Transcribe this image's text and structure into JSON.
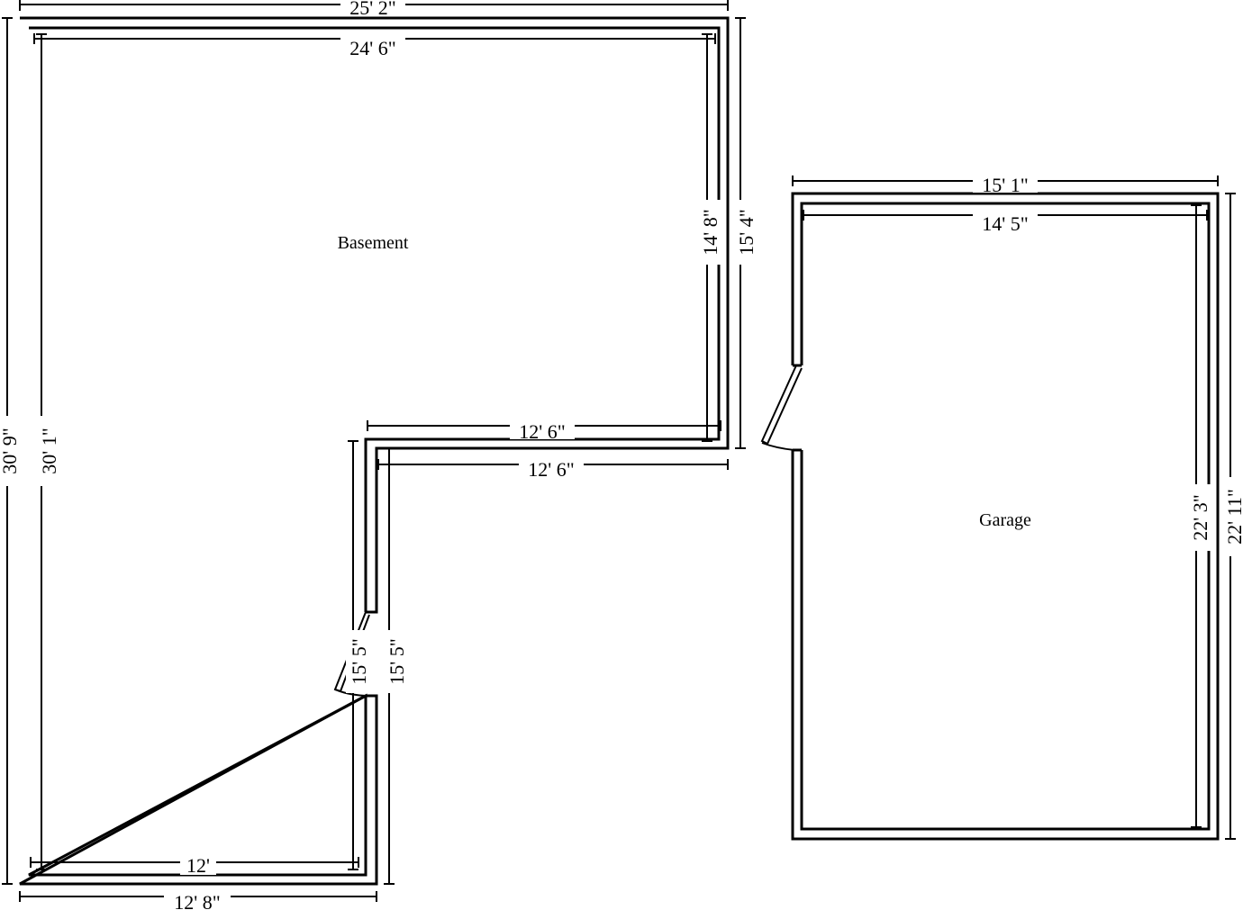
{
  "rooms": {
    "basement": {
      "name": "Basement",
      "dims": {
        "outer_top": "25' 2\"",
        "inner_top": "24' 6\"",
        "outer_left": "30' 9\"",
        "inner_left": "30' 1\"",
        "inner_right": "14' 8\"",
        "outer_right": "15' 4\"",
        "step_inner": "12' 6\"",
        "step_outer": "12' 6\"",
        "leg_inner": "15' 5\"",
        "leg_outer": "15' 5\"",
        "inner_bottom": "12'",
        "outer_bottom": "12' 8\""
      }
    },
    "garage": {
      "name": "Garage",
      "dims": {
        "outer_top": "15' 1\"",
        "inner_top": "14' 5\"",
        "inner_right": "22' 3\"",
        "outer_right": "22' 11\""
      }
    }
  }
}
